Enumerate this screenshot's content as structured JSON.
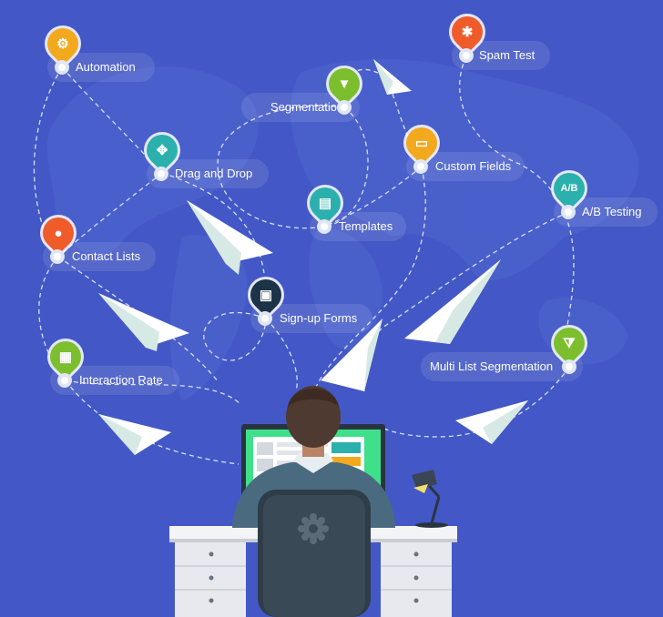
{
  "features": [
    {
      "id": "automation",
      "label": "Automation",
      "icon": "gear-icon",
      "color": "#f2a91d"
    },
    {
      "id": "segmentation",
      "label": "Segmentatio",
      "icon": "funnel-icon",
      "color": "#7cbf2e"
    },
    {
      "id": "spam-test",
      "label": "Spam Test",
      "icon": "bug-icon",
      "color": "#f05b2a"
    },
    {
      "id": "drag-and-drop",
      "label": "Drag and Drop",
      "icon": "move-arrows-icon",
      "color": "#2bb0ad"
    },
    {
      "id": "custom-fields",
      "label": "Custom Fields",
      "icon": "text-field-icon",
      "color": "#f2a91d"
    },
    {
      "id": "templates",
      "label": "Templates",
      "icon": "template-layout-icon",
      "color": "#2bb0ad"
    },
    {
      "id": "ab-testing",
      "label": "A/B Testing",
      "icon": "ab-icon",
      "color": "#2bb0ad"
    },
    {
      "id": "contact-lists",
      "label": "Contact Lists",
      "icon": "person-icon",
      "color": "#f05b2a"
    },
    {
      "id": "sign-up-forms",
      "label": "Sign-up Forms",
      "icon": "id-card-icon",
      "color": "#1d3348"
    },
    {
      "id": "interaction-rate",
      "label": "Interaction Rate",
      "icon": "pulse-monitor-icon",
      "color": "#7cbf2e"
    },
    {
      "id": "multi-list-segmentation",
      "label": "Multi List Segmentation",
      "icon": "multi-funnel-icon",
      "color": "#7cbf2e"
    }
  ],
  "icon_glyphs": {
    "ab": "A/B"
  },
  "colors": {
    "background": "#4358c6",
    "monitor_screen": "#3ee08a",
    "desk": "#f3f4f6",
    "person_shirt": "#4a6b7f",
    "chair": "#2f3d48"
  }
}
